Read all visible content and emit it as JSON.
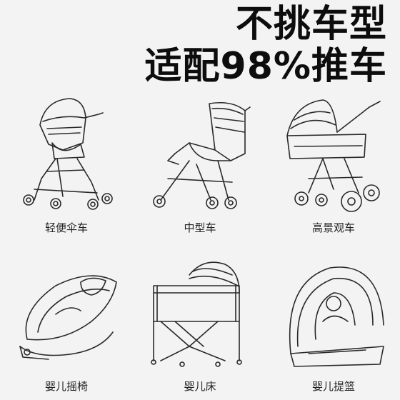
{
  "headline": {
    "line1": "不挑车型",
    "line2": "适配98%推车"
  },
  "products": [
    {
      "label": "轻便伞车",
      "icon": "light-umbrella-stroller-icon"
    },
    {
      "label": "中型车",
      "icon": "mid-size-stroller-icon"
    },
    {
      "label": "高景观车",
      "icon": "high-view-stroller-icon"
    },
    {
      "label": "婴儿摇椅",
      "icon": "baby-rocker-icon"
    },
    {
      "label": "婴儿床",
      "icon": "baby-crib-icon"
    },
    {
      "label": "婴儿提篮",
      "icon": "infant-car-seat-icon"
    }
  ],
  "colors": {
    "background": "#f3f3f3",
    "text": "#111111",
    "line_art": "#2a2a2a"
  }
}
